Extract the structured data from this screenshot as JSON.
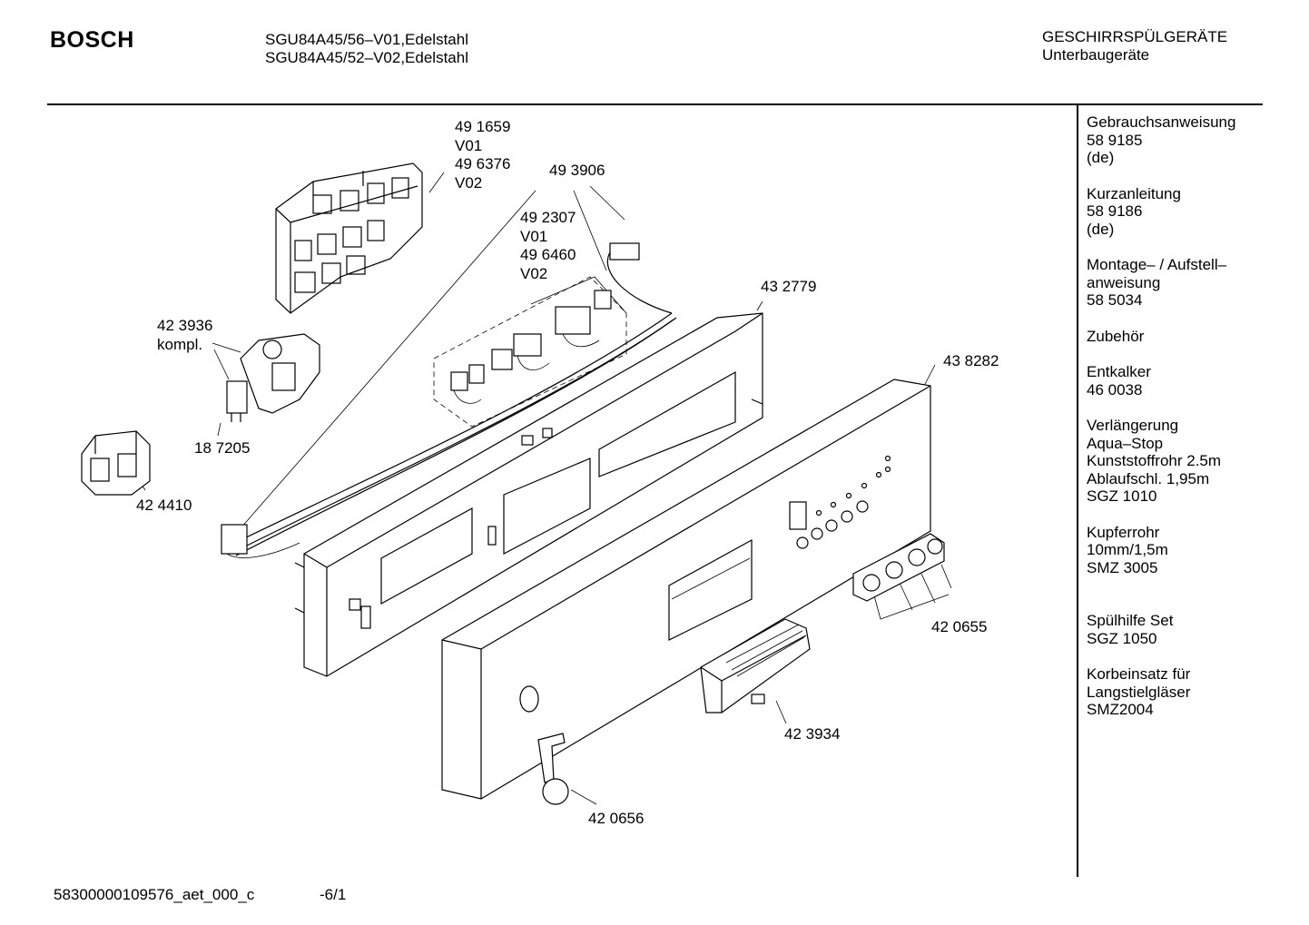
{
  "header": {
    "brand": "BOSCH",
    "models": [
      "SGU84A45/56–V01,Edelstahl",
      "SGU84A45/52–V02,Edelstahl"
    ],
    "category": [
      "GESCHIRRSPÜLGERÄTE",
      "Unterbaugeräte"
    ]
  },
  "parts": [
    {
      "lines": [
        "49 1659",
        "V01",
        "49 6376",
        "V02"
      ]
    },
    {
      "lines": [
        "49 3906"
      ]
    },
    {
      "lines": [
        "49 2307",
        "V01",
        "49 6460",
        "V02"
      ]
    },
    {
      "lines": [
        "43 2779"
      ]
    },
    {
      "lines": [
        "42 3936",
        "kompl."
      ]
    },
    {
      "lines": [
        "43 8282"
      ]
    },
    {
      "lines": [
        "18 7205"
      ]
    },
    {
      "lines": [
        "42 4410"
      ]
    },
    {
      "lines": [
        "42 0655"
      ]
    },
    {
      "lines": [
        "42 3934"
      ]
    },
    {
      "lines": [
        "42 0656"
      ]
    }
  ],
  "sidebar": [
    [
      "Gebrauchsanweisung",
      "58 9185",
      "(de)"
    ],
    [
      "Kurzanleitung",
      "58 9186",
      "(de)"
    ],
    [
      "Montage– / Aufstell–",
      "anweisung",
      "58 5034"
    ],
    [
      "Zubehör"
    ],
    [
      "Entkalker",
      "46 0038"
    ],
    [
      "Verlängerung",
      "Aqua–Stop",
      "Kunststoffrohr 2.5m",
      "Ablaufschl. 1,95m",
      "SGZ 1010"
    ],
    [
      "Kupferrohr",
      "10mm/1,5m",
      "SMZ 3005"
    ],
    [
      "Spülhilfe Set",
      "SGZ 1050"
    ],
    [
      "Korbeinsatz für",
      "Langstielgläser",
      "SMZ2004"
    ]
  ],
  "footer": {
    "doc_id": "58300000109576_aet_000_c",
    "page": "-6/1"
  }
}
